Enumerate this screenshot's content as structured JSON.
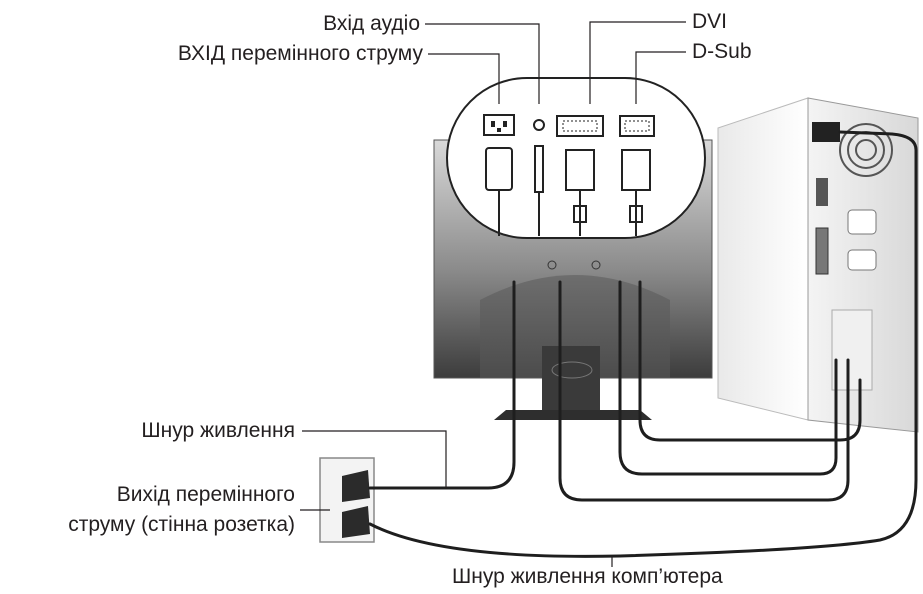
{
  "labels": {
    "audio_in": "Вхід аудіо",
    "ac_in": "ВХІД перемінного струму",
    "dvi": "DVI",
    "dsub": "D-Sub",
    "power_cord": "Шнур живлення",
    "ac_outlet_line1": "Вихід перемінного",
    "ac_outlet_line2": "струму (стінна розетка)",
    "pc_power_cord": "Шнур живлення комп’ютера"
  }
}
